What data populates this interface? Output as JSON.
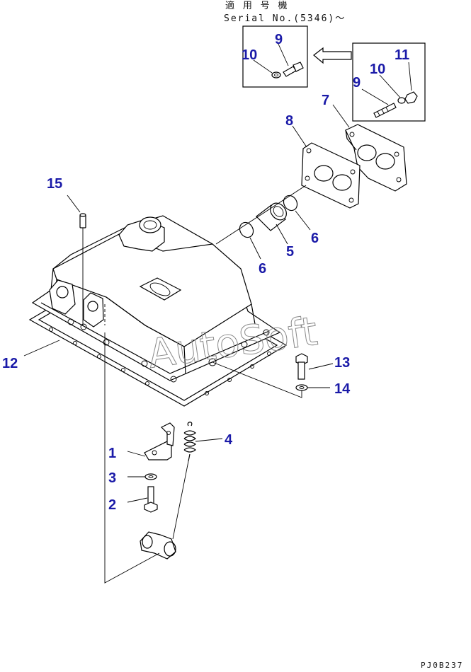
{
  "header": {
    "applicable_label": "適 用 号 機",
    "serial_label": "Serial No.(5346)～"
  },
  "watermark": "AutoSoft",
  "drawing_code": "PJ0B237",
  "callouts": {
    "c1": "1",
    "c2": "2",
    "c3": "3",
    "c4": "4",
    "c5": "5",
    "c6a": "6",
    "c6b": "6",
    "c7": "7",
    "c8": "8",
    "c9_inset": "9",
    "c10_inset": "10",
    "c9": "9",
    "c10": "10",
    "c11": "11",
    "c12": "12",
    "c13": "13",
    "c14": "14",
    "c15": "15"
  },
  "colors": {
    "callout": "#1a1aa8",
    "line": "#000000",
    "watermark": "#8a8a8a"
  }
}
